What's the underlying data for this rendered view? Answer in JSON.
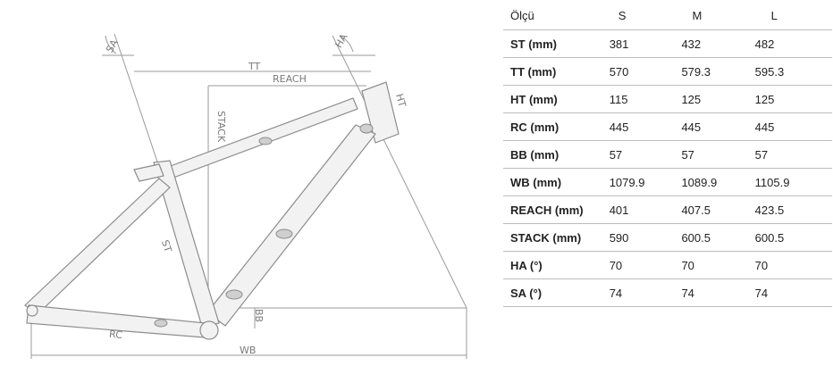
{
  "diagram": {
    "labels": {
      "sa": "SA",
      "ha": "HA",
      "tt": "TT",
      "reach": "REACH",
      "stack": "STACK",
      "ht": "HT",
      "st": "ST",
      "rc": "RC",
      "bb": "BB",
      "wb": "WB"
    }
  },
  "table": {
    "headers": [
      "Ölçü",
      "S",
      "M",
      "L"
    ],
    "rows": [
      {
        "name": "ST (mm)",
        "s": "381",
        "m": "432",
        "l": "482"
      },
      {
        "name": "TT (mm)",
        "s": "570",
        "m": "579.3",
        "l": "595.3"
      },
      {
        "name": "HT (mm)",
        "s": "115",
        "m": "125",
        "l": "125"
      },
      {
        "name": "RC (mm)",
        "s": "445",
        "m": "445",
        "l": "445"
      },
      {
        "name": "BB (mm)",
        "s": "57",
        "m": "57",
        "l": "57"
      },
      {
        "name": "WB (mm)",
        "s": "1079.9",
        "m": "1089.9",
        "l": "1105.9"
      },
      {
        "name": "REACH (mm)",
        "s": "401",
        "m": "407.5",
        "l": "423.5"
      },
      {
        "name": "STACK (mm)",
        "s": "590",
        "m": "600.5",
        "l": "600.5"
      },
      {
        "name": "HA (°)",
        "s": "70",
        "m": "70",
        "l": "70"
      },
      {
        "name": "SA (°)",
        "s": "74",
        "m": "74",
        "l": "74"
      }
    ]
  }
}
